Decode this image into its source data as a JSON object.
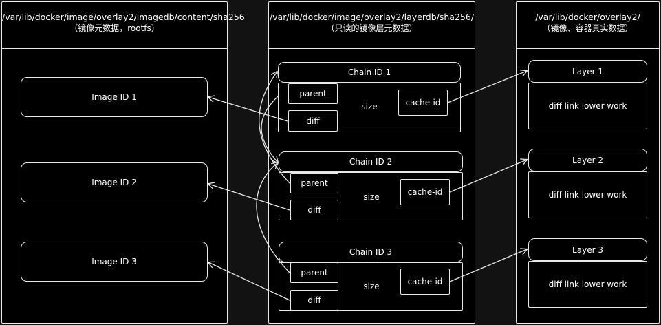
{
  "columns": {
    "imagedb": {
      "path": "/var/lib/docker/image/overlay2/imagedb/content/sha256",
      "desc": "（镜像元数据，rootfs）",
      "items": [
        "Image ID 1",
        "Image ID 2",
        "Image ID 3"
      ]
    },
    "layerdb": {
      "path": "/var/lib/docker/image/overlay2/layerdb/sha256/",
      "desc": "（只读的镜像层元数据）",
      "chains": [
        {
          "title": "Chain ID 1",
          "parent": "parent",
          "size": "size",
          "cache": "cache-id",
          "diff": "diff"
        },
        {
          "title": "Chain ID 2",
          "parent": "parent",
          "size": "size",
          "cache": "cache-id",
          "diff": "diff"
        },
        {
          "title": "Chain ID 3",
          "parent": "parent",
          "size": "size",
          "cache": "cache-id",
          "diff": "diff"
        }
      ]
    },
    "overlay": {
      "path": "/var/lib/docker/overlay2/",
      "desc": "（镜像、容器真实数据）",
      "layers": [
        {
          "title": "Layer 1",
          "body": "diff link lower work"
        },
        {
          "title": "Layer 2",
          "body": "diff link lower work"
        },
        {
          "title": "Layer 3",
          "body": "diff link lower work"
        }
      ]
    }
  },
  "colors": {
    "background": "#121212",
    "panel": "#000000",
    "stroke": "#e8e8e8",
    "text": "#ffffff"
  }
}
